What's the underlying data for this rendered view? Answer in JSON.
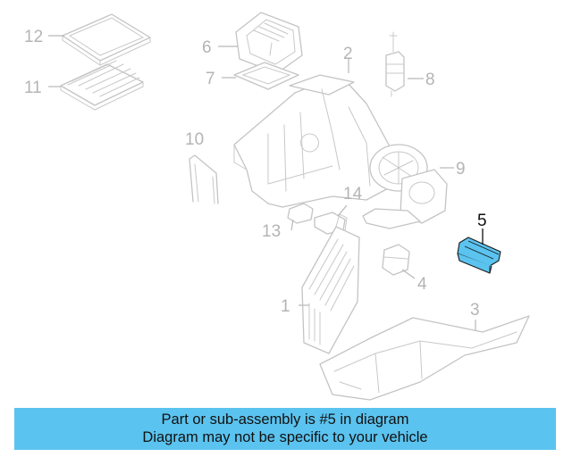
{
  "diagram": {
    "highlight_color": "#5bc3ef",
    "part_line_color": "#c4c4c4",
    "callouts": [
      {
        "id": "c1",
        "label": "1"
      },
      {
        "id": "c2",
        "label": "2"
      },
      {
        "id": "c3",
        "label": "3"
      },
      {
        "id": "c4",
        "label": "4"
      },
      {
        "id": "c5",
        "label": "5",
        "highlighted": true
      },
      {
        "id": "c6",
        "label": "6"
      },
      {
        "id": "c7",
        "label": "7"
      },
      {
        "id": "c8",
        "label": "8"
      },
      {
        "id": "c9",
        "label": "9"
      },
      {
        "id": "c10",
        "label": "10"
      },
      {
        "id": "c11",
        "label": "11"
      },
      {
        "id": "c12",
        "label": "12"
      },
      {
        "id": "c13",
        "label": "13"
      },
      {
        "id": "c14",
        "label": "14"
      }
    ]
  },
  "banner": {
    "line1": "Part or sub-assembly is #5 in diagram",
    "line2": "Diagram may not be specific to your vehicle",
    "background": "#5bc3ef"
  }
}
